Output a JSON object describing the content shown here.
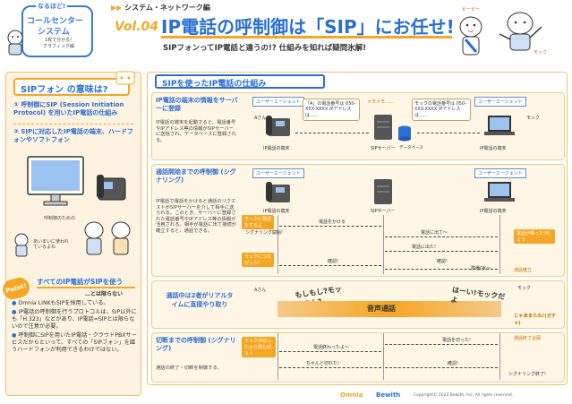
{
  "header": {
    "series_badge_top": "なるほど!",
    "series_badge_main1": "コールセンター",
    "series_badge_main2": "システム",
    "series_badge_sub1": "1枚で分かる!",
    "series_badge_sub2": "グラフィック編",
    "category": "システム・ネットワーク編",
    "volume": "Vol.04",
    "title": "IP電話の呼制御は「SIP」にお任せ!",
    "subtitle": "SIPフォンってIP電話と違うの!? 仕組みを知れば疑問氷解!",
    "char_left_name": "ビーピー",
    "char_right_name": "モック"
  },
  "left_panel": {
    "title": "SIPフォン の意味は?",
    "point1": "① 呼制御にSIP (Session Initiation Protocol) を用いたIP電話の仕組み",
    "point2": "② SIPに対応したIP電話の端末、ハードフォンやソフトフォン",
    "speech1": "呼制御のための",
    "speech2": "あいまいに使われているよね",
    "point_badge": "Point!",
    "point_head1": "すべてのIP電話がSIPを使う",
    "point_head2": "…とは限らない",
    "bullets": [
      "Omnia LINKもSIPを採用している。",
      "IP電話の呼制御を行うプロトコルは、SIP以外にも「H.323」などがあり、IP電話=SIPとは限らないので注意が必要。",
      "呼制御にSIPを用いたIP電話・クラウドPBXサービスだからといって、すべての「SIPフォン」を謳うハードフォンが利用できるわけではない。"
    ]
  },
  "right_panel": {
    "title": "SIPを使ったIP電話の仕組み",
    "section1": {
      "title": "IP電話の端末の情報をサーバーに登録",
      "desc": "IP電話の端末を起動すると、電話番号やIPアドレス等の情報がSIPサーバーに送信され、データベースに登録される。",
      "ua_left": "ユーザーエージェント",
      "ua_right": "ユーザーエージェント",
      "person_a": "Aさん",
      "person_b": "モック",
      "info_a": "「A」の電話番号は 050-XXX-XXXX IPアドレスは……",
      "memo": "メモメモ……",
      "info_b": "モックの電話番号は 050-XXX-XXXX IPアドレスは……",
      "label_ip_left": "IP電話の端末",
      "label_sip": "SIPサーバー",
      "label_db": "データベース",
      "label_ip_right": "IP電話の端末"
    },
    "section2": {
      "title": "通話開始までの呼制御 (シグナリング)",
      "desc": "IP電話で電話をかけると通話のリクエストがSIPサーバーを介して相手に送られる。このとき、サーバーに登録された電話番号やIPアドレス等の情報が活用される。相手が電話に出て接続が確立すると、通話できる。",
      "ua_left": "ユーザーエージェント",
      "ua_right": "ユーザーエージェント",
      "note_left1": "モックに電話をするよ",
      "note_left2": "モックにつながった!",
      "note_right": "電話が鳴った!出よう",
      "msg1": "電話をかける",
      "msg2": "シグナリング開始!",
      "msg3": "電話に出て〜",
      "msg4": "電話に出た!",
      "msg5": "確認!",
      "msg6": "確認!",
      "msg7": "準備OK〜",
      "label_ip_left": "IP電話の端末",
      "label_sip": "SIPサーバー",
      "label_ip_right": "IP電話の端末",
      "status_right": "通話確立"
    },
    "section3": {
      "title": "通話中は2者がリアルタイムに直接やり取り",
      "person_a": "Aさん",
      "person_b": "モック",
      "speech_left": "もしもし?モックさん?",
      "center": "音声通話",
      "speech_right": "はーい!モックだよ",
      "note_right": "じゃあまたね!(ガチャ)"
    },
    "section4": {
      "title": "切断までの呼制御 (シグナリング)",
      "desc": "通話の終了・切断を制御する。",
      "note_left": "モックが切ったから僕も切ろう",
      "msg1": "電話終わったよ〜",
      "msg2": "電話を切った!",
      "msg3": "ちゃんと切れた!",
      "msg4": "確認!",
      "status_right": "通話終了合図",
      "status_end": "シグナリング終了!"
    }
  },
  "footer": {
    "logo1": "Omnia",
    "logo2": "Bewith",
    "copyright": "Copyright© 2023 Bewith, Inc. All rights reserved."
  },
  "colors": {
    "accent": "#f5a623",
    "blue": "#2a6fd6",
    "panel_bg": "#fdf3e0",
    "section_bg": "#fff6e6"
  }
}
